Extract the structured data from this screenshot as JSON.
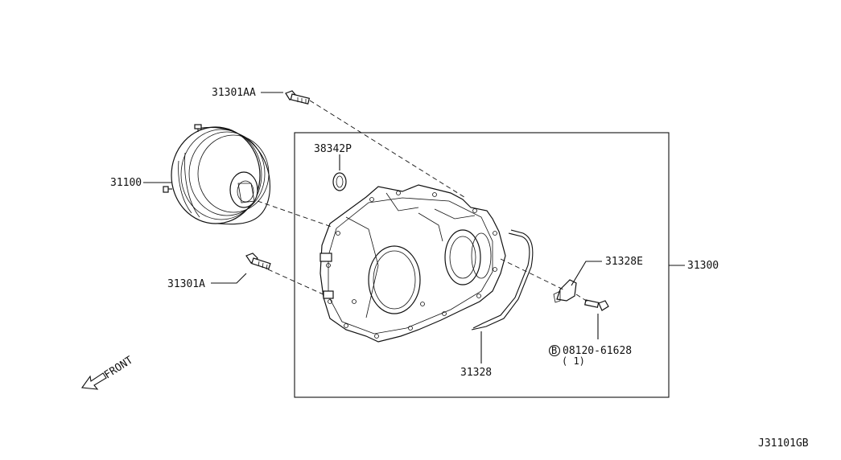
{
  "parts": {
    "bolt_upper": "31301AA",
    "converter": "31100",
    "bolt_lower": "31301A",
    "seal": "38342P",
    "housing": "31300",
    "bracket": "31328E",
    "pipe": "31328",
    "bolt_b_code": "08120-61628",
    "bolt_b_marker": "B",
    "bolt_b_qty": "( 1)"
  },
  "front_label": "FRONT",
  "diagram_code": "J31101GB"
}
